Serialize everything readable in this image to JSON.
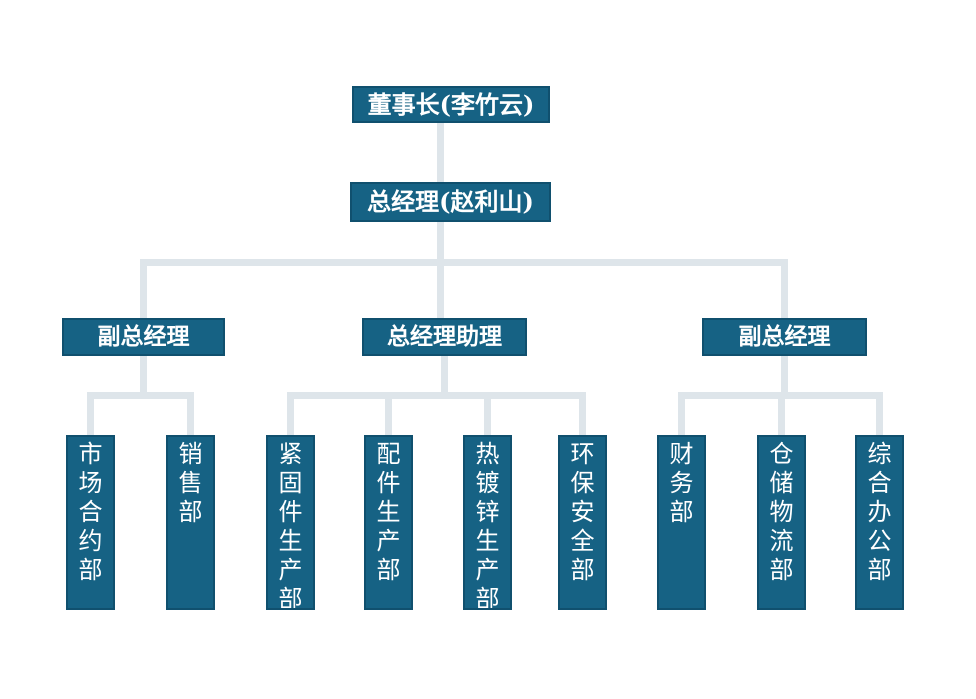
{
  "colors": {
    "background": "#ffffff",
    "box_fill": "#166284",
    "box_border": "#10506e",
    "box_text": "#ffffff",
    "connector": "#dee5ea"
  },
  "org_chart": {
    "chairman": {
      "label": "董事长(李竹云)"
    },
    "general_manager": {
      "label": "总经理(赵利山)"
    },
    "branches": [
      {
        "manager": {
          "label": "副总经理"
        },
        "departments": [
          {
            "label": "市场合约部"
          },
          {
            "label": "销售部"
          }
        ]
      },
      {
        "manager": {
          "label": "总经理助理"
        },
        "departments": [
          {
            "label": "紧固件生产部"
          },
          {
            "label": "配件生产部"
          },
          {
            "label": "热镀锌生产部"
          },
          {
            "label": "环保安全部"
          }
        ]
      },
      {
        "manager": {
          "label": "副总经理"
        },
        "departments": [
          {
            "label": "财务部"
          },
          {
            "label": "仓储物流部"
          },
          {
            "label": "综合办公部"
          }
        ]
      }
    ]
  }
}
